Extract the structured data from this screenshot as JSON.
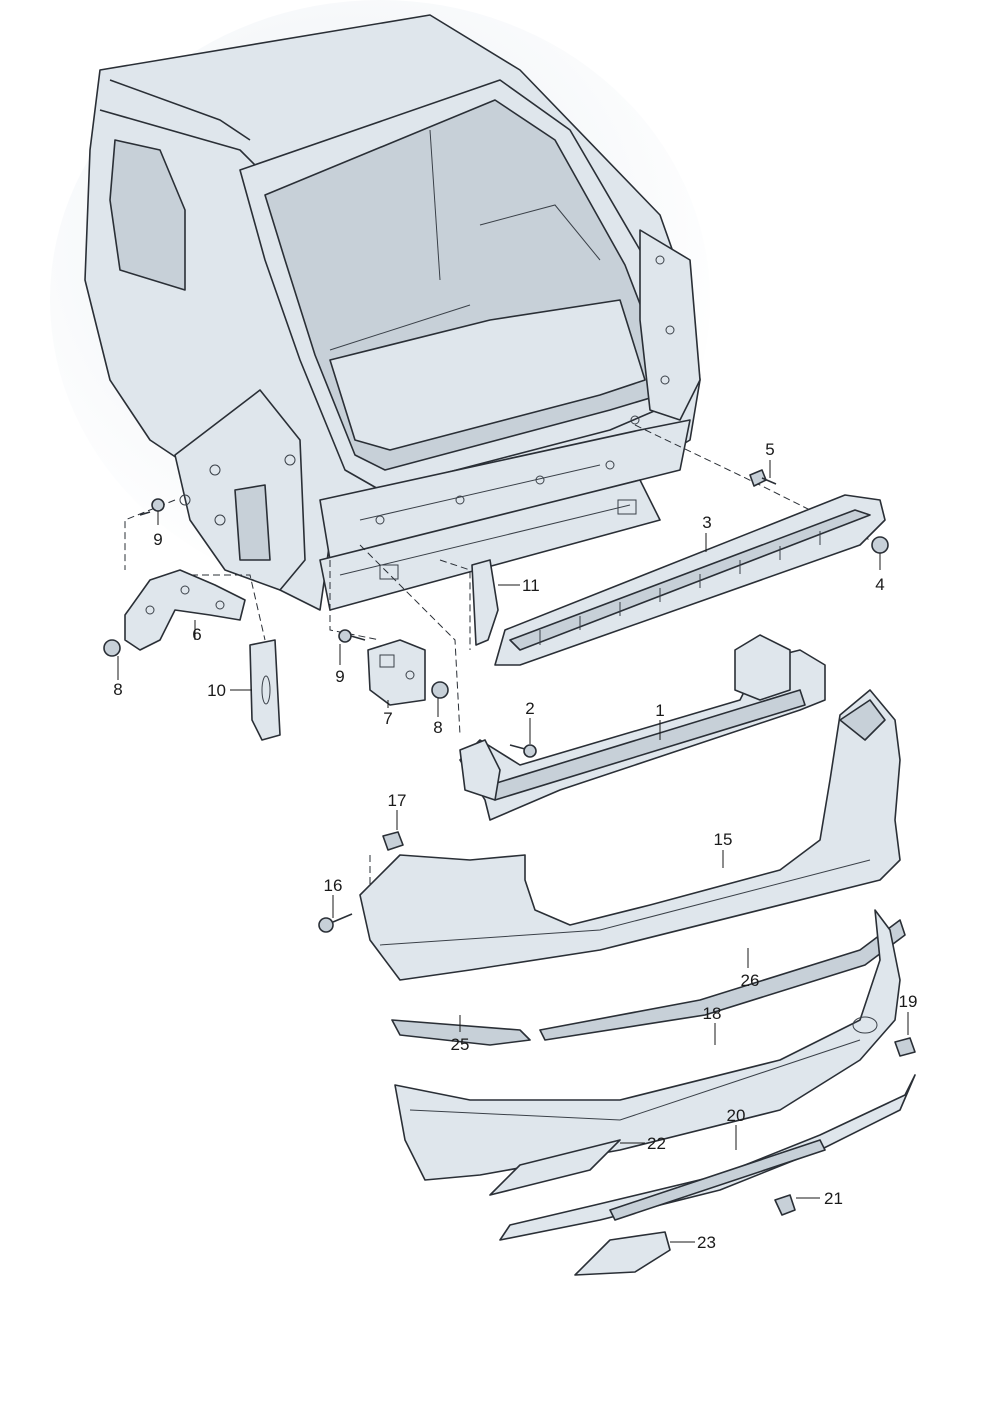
{
  "diagram": {
    "background_color": "#ffffff",
    "part_fill": "#dfe6ec",
    "outline_color": "#2a2f36",
    "callouts": [
      {
        "id": "c1",
        "label": "1"
      },
      {
        "id": "c2",
        "label": "2"
      },
      {
        "id": "c3",
        "label": "3"
      },
      {
        "id": "c4",
        "label": "4"
      },
      {
        "id": "c5",
        "label": "5"
      },
      {
        "id": "c6",
        "label": "6"
      },
      {
        "id": "c7",
        "label": "7"
      },
      {
        "id": "c8a",
        "label": "8"
      },
      {
        "id": "c8b",
        "label": "8"
      },
      {
        "id": "c9a",
        "label": "9"
      },
      {
        "id": "c9b",
        "label": "9"
      },
      {
        "id": "c10",
        "label": "10"
      },
      {
        "id": "c11",
        "label": "11"
      },
      {
        "id": "c15",
        "label": "15"
      },
      {
        "id": "c16",
        "label": "16"
      },
      {
        "id": "c17",
        "label": "17"
      },
      {
        "id": "c18",
        "label": "18"
      },
      {
        "id": "c19",
        "label": "19"
      },
      {
        "id": "c20",
        "label": "20"
      },
      {
        "id": "c21",
        "label": "21"
      },
      {
        "id": "c22",
        "label": "22"
      },
      {
        "id": "c23",
        "label": "23"
      },
      {
        "id": "c25",
        "label": "25"
      },
      {
        "id": "c26",
        "label": "26"
      }
    ]
  }
}
